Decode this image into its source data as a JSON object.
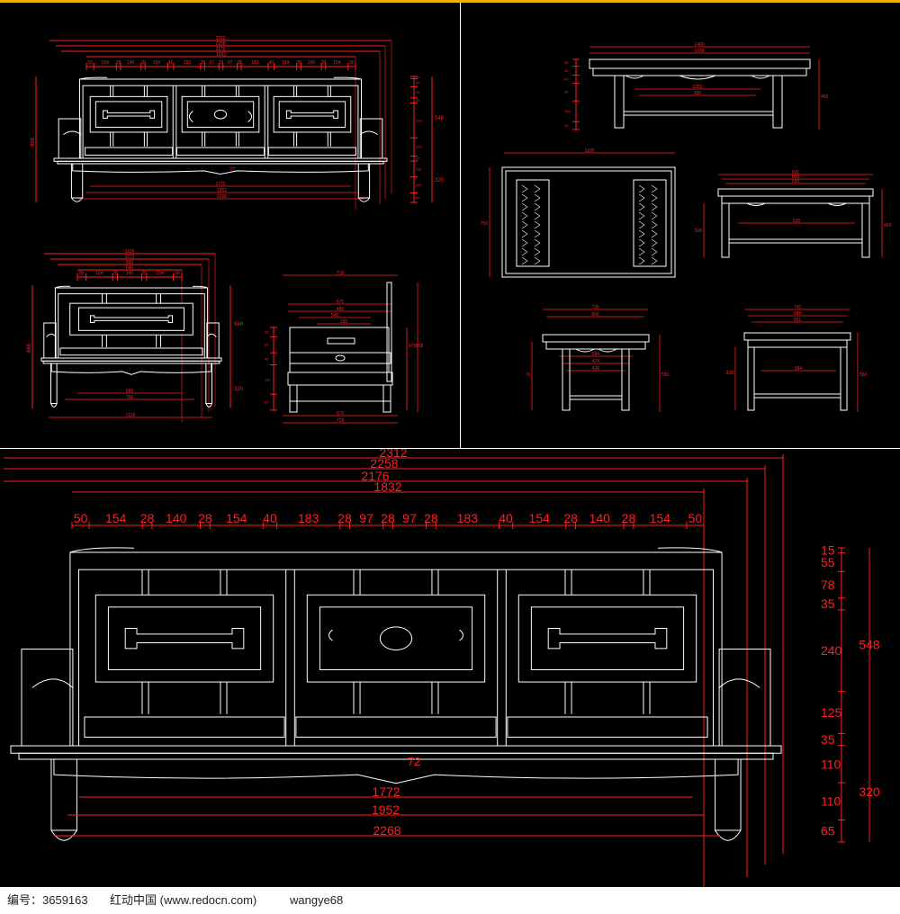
{
  "colors": {
    "background": "#000000",
    "lines": "#ffffff",
    "dimensions": "#ff2020",
    "top_accent": "#e8b400"
  },
  "thumb_sofa3": {
    "top_dims": [
      "2312",
      "2258",
      "2176",
      "1832"
    ],
    "segment_dims": [
      "50",
      "154",
      "28",
      "140",
      "28",
      "154",
      "40",
      "183",
      "28",
      "97",
      "28",
      "97",
      "28",
      "183",
      "40",
      "154",
      "28",
      "140",
      "28",
      "154",
      "50"
    ],
    "bottom_dims": [
      "1772",
      "1952",
      "2268"
    ],
    "right_dims": [
      "15",
      "55",
      "78",
      "35",
      "240",
      "125",
      "35",
      "110",
      "110",
      "65"
    ],
    "right_totals": [
      "548",
      "320"
    ],
    "left_total": "868",
    "center_mark": "72"
  },
  "thumb_chair": {
    "top_dims": [
      "1126",
      "1072",
      "990",
      "646"
    ],
    "segment_dims": [
      "50",
      "154",
      "28",
      "140",
      "28",
      "154",
      "50"
    ],
    "bottom_dims": [
      "586",
      "766",
      "1126"
    ],
    "right_totals": [
      "548",
      "320"
    ],
    "left_total": "868"
  },
  "thumb_side": {
    "top_dims": [
      "718",
      "670",
      "485",
      "545",
      "183"
    ],
    "bottom_dims": [
      "670",
      "718"
    ],
    "right_dims": [
      "470",
      "868"
    ]
  },
  "thumb_table_front": {
    "top_dims": [
      "1400",
      "1436"
    ],
    "mid_dims": [
      "1050",
      "926"
    ],
    "right_total": "450"
  },
  "thumb_table_top": {
    "top_dim": "1100",
    "left_dim": "750"
  },
  "thumb_table_side": {
    "top_dims": [
      "631",
      "600",
      "550"
    ],
    "mid_dim": "528",
    "left_dim": "328",
    "right_total": "450"
  },
  "thumb_stool_front": {
    "top_dims": [
      "735",
      "660"
    ],
    "mid_dims": [
      "584",
      "474",
      "426"
    ],
    "left_dim": "320",
    "right_total": "550"
  },
  "thumb_stool_side": {
    "top_dims": [
      "720",
      "684",
      "651"
    ],
    "mid_dim": "584",
    "left_dim": "328",
    "right_total": "550"
  },
  "main_sofa": {
    "top_dims": [
      "2312",
      "2258",
      "2176",
      "1832"
    ],
    "segment_dims": [
      "50",
      "154",
      "28",
      "140",
      "28",
      "154",
      "40",
      "183",
      "28",
      "97",
      "28",
      "97",
      "28",
      "183",
      "40",
      "154",
      "28",
      "140",
      "28",
      "154",
      "50"
    ],
    "center_mark": "72",
    "bottom_dims": [
      "1772",
      "1952",
      "2268"
    ],
    "right_dims": [
      "15",
      "55",
      "78",
      "35",
      "240",
      "125",
      "35",
      "110",
      "110",
      "65"
    ],
    "right_totals": [
      "548",
      "320"
    ]
  },
  "caption": {
    "id": "编号：3659163",
    "site": "红动中国 (www.redocn.com)",
    "author": "wangye68"
  }
}
